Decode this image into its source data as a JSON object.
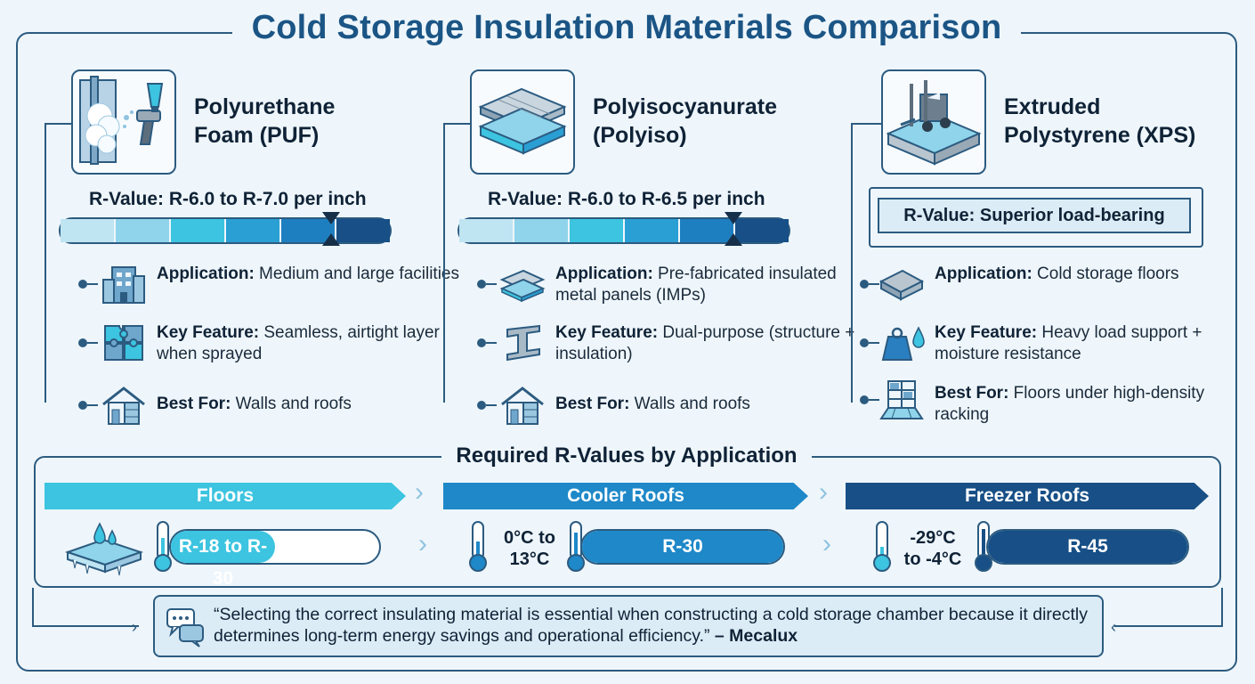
{
  "title": "Cold Storage Insulation Materials Comparison",
  "colors": {
    "dark_blue": "#1b5585",
    "navy": "#2c5b80",
    "light_cyan": "#3cc4e0",
    "mid_blue": "#1e88c8",
    "deep_blue": "#174f86",
    "background": "#eef6fb"
  },
  "materials": [
    {
      "name": "Polyurethane\nFoam (PUF)",
      "icon": "spray-foam-icon",
      "r_value": "R-Value: R-6.0 to R-7.0 per inch",
      "items": [
        {
          "icon": "building-icon",
          "label": "Application:",
          "text": " Medium and large facilities"
        },
        {
          "icon": "puzzle-icon",
          "label": "Key Feature:",
          "text": " Seamless, airtight layer when sprayed"
        },
        {
          "icon": "house-icon",
          "label": "Best For:",
          "text": " Walls and roofs"
        }
      ]
    },
    {
      "name": "Polyisocyanurate\n(Polyiso)",
      "icon": "panel-stack-icon",
      "r_value": "R-Value: R-6.0 to R-6.5 per inch",
      "items": [
        {
          "icon": "metal-panel-icon",
          "label": "Application:",
          "text": " Pre-fabricated insulated metal panels (IMPs)"
        },
        {
          "icon": "steel-beam-icon",
          "label": "Key Feature:",
          "text": " Dual-purpose (structure + insulation)"
        },
        {
          "icon": "house-icon",
          "label": "Best For:",
          "text": " Walls and roofs"
        }
      ]
    },
    {
      "name": "Extruded\nPolystyrene (XPS)",
      "icon": "forklift-icon",
      "r_value": "R-Value: Superior load-bearing",
      "items": [
        {
          "icon": "floor-slab-icon",
          "label": "Application:",
          "text": " Cold storage floors"
        },
        {
          "icon": "weight-drop-icon",
          "label": "Key Feature:",
          "text": " Heavy load support + moisture resistance"
        },
        {
          "icon": "racking-icon",
          "label": "Best For:",
          "text": " Floors under high-density racking"
        }
      ]
    }
  ],
  "required": {
    "title": "Required R-Values by Application",
    "columns": [
      {
        "label": "Floors",
        "temp": "",
        "value": "R-18 to R-30",
        "fill": 0.5
      },
      {
        "label": "Cooler Roofs",
        "temp": "0°C to\n13°C",
        "value": "R-30",
        "fill": 1.0
      },
      {
        "label": "Freezer Roofs",
        "temp": "-29°C\nto -4°C",
        "value": "R-45",
        "fill": 1.0
      }
    ]
  },
  "quote": {
    "text": "“Selecting the correct insulating material is essential when constructing a cold storage chamber because it directly determines long-term energy savings and operational efficiency.”",
    "source": " – Mecalux"
  }
}
